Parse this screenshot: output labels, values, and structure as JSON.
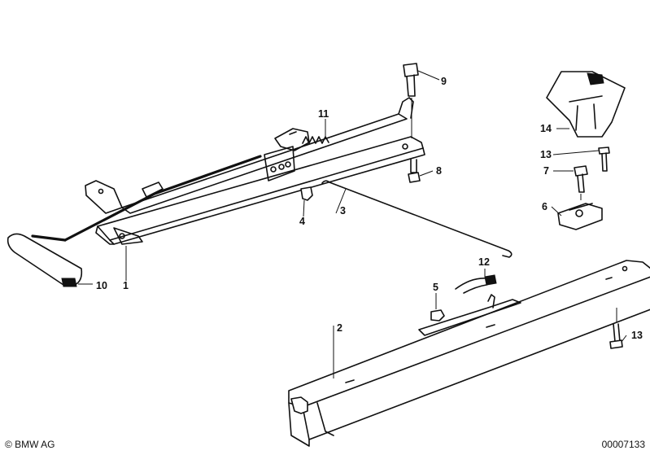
{
  "callouts": {
    "c1": "1",
    "c2": "2",
    "c3": "3",
    "c4": "4",
    "c5": "5",
    "c6": "6",
    "c7": "7",
    "c8": "8",
    "c9": "9",
    "c10": "10",
    "c11": "11",
    "c12": "12",
    "c13a": "13",
    "c13b": "13",
    "c14": "14"
  },
  "footer": {
    "copyright": "© BMW AG",
    "document_number": "00007133"
  }
}
